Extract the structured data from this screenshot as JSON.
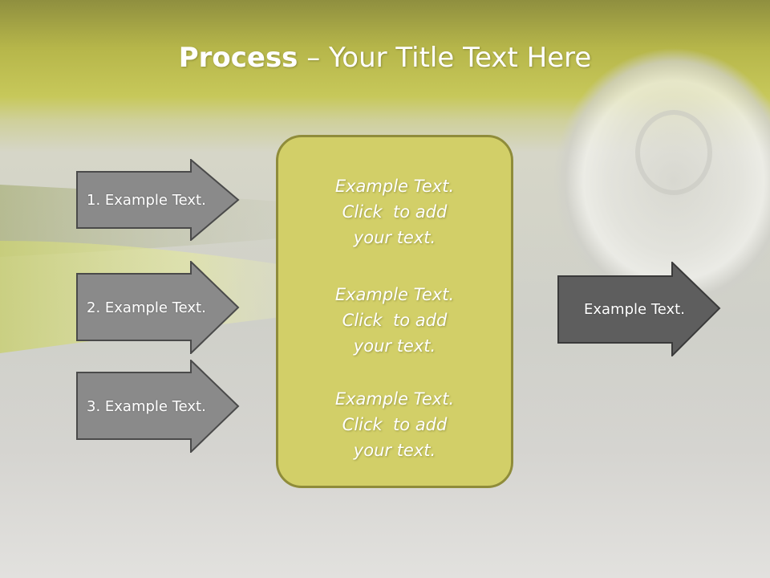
{
  "title": {
    "bold": "Process",
    "rest": " – Your Title Text Here"
  },
  "inputs": [
    {
      "label": "1. Example Text."
    },
    {
      "label": "2. Example Text."
    },
    {
      "label": "3. Example Text."
    }
  ],
  "center_box": {
    "blocks": [
      {
        "lines": [
          "Example Text.",
          "Click  to add",
          "your text."
        ]
      },
      {
        "lines": [
          "Example Text.",
          "Click  to add",
          "your text."
        ]
      },
      {
        "lines": [
          "Example Text.",
          "Click  to add",
          "your text."
        ]
      }
    ]
  },
  "output": {
    "label": "Example Text."
  },
  "colors": {
    "input_arrow": "#8a8a8a",
    "output_arrow": "#5e5e5e",
    "center_fill": "#d2cf68",
    "center_border": "#8f8c3a",
    "header": "#b6b64a"
  }
}
